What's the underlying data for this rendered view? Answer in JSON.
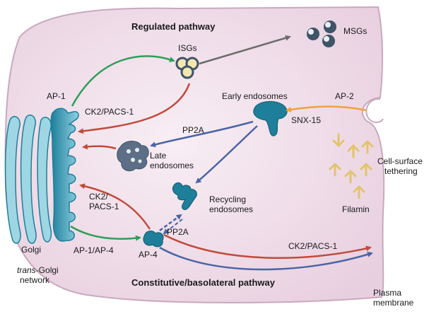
{
  "labels": {
    "regulated": "Regulated pathway",
    "constitutive": "Constitutive/basolateral pathway",
    "isgs": "ISGs",
    "msgs": "MSGs",
    "ap1": "AP-1",
    "ck2pacs1_top": "CK2/PACS-1",
    "early_endosomes": "Early endosomes",
    "ap2": "AP-2",
    "snx15": "SNX-15",
    "pp2a_upper": "PP2A",
    "late_endosomes_1": "Late",
    "late_endosomes_2": "endosomes",
    "cell_surface_1": "Cell-surface",
    "cell_surface_2": "tethering",
    "ck2_left": "CK2/",
    "pacs1_left": "PACS-1",
    "recycling_1": "Recycling",
    "recycling_2": "endosomes",
    "filamin": "Filamin",
    "pp2a_lower": "PP2A",
    "golgi": "Golgi",
    "ap1ap4": "AP-1/AP-4",
    "ap4": "AP-4",
    "ck2pacs1_bottom": "CK2/PACS-1",
    "tgn_italic": "trans",
    "tgn_rest": "-Golgi",
    "network": "network",
    "plasma_1": "Plasma",
    "plasma_2": "membrane"
  },
  "colors": {
    "cell_fill": "#f1dfea",
    "cell_edge": "#c9a9bd",
    "golgi": "#1e7f9a",
    "golgi_light": "#9fd6e4",
    "late_endosome": "#5c6f86",
    "granule": "#3e5468",
    "granule_core": "#f5e7b2",
    "green_arrow": "#2e9e57",
    "red_arrow": "#c24a3a",
    "blue_arrow": "#4a64a6",
    "orange_arrow": "#f0a23a",
    "grey_arrow": "#6c6c6c",
    "receptor": "#e3c46a"
  }
}
